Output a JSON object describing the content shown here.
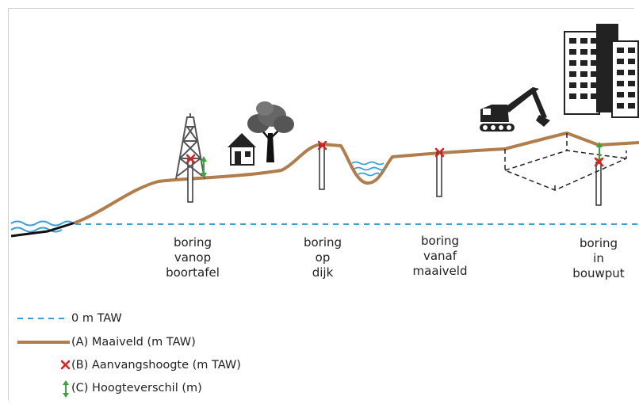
{
  "labels": {
    "boortafel": [
      "boring",
      "vanop",
      "boortafel"
    ],
    "dijk": [
      "boring",
      "op",
      "dijk"
    ],
    "maaiveld": [
      "boring",
      "vanaf",
      "maaiveld"
    ],
    "bouwput": [
      "boring",
      "in",
      "bouwput"
    ]
  },
  "legend": [
    {
      "text": "0 m TAW",
      "symbol": "dashed-line",
      "color": "#3a9fd8"
    },
    {
      "text": "(A) Maaiveld (m TAW)",
      "symbol": "solid-line",
      "color": "#b07d4b"
    },
    {
      "text": "(B) Aanvangshoogte (m TAW)",
      "symbol": "cross",
      "color": "#e02020"
    },
    {
      "text": "(C) Hoogteverschil (m)",
      "symbol": "double-arrow",
      "color": "#3aa63a"
    }
  ],
  "colors": {
    "ground": "#b07d4b",
    "water": "#3a9fd8",
    "cross": "#e02020",
    "arrow": "#3aa63a",
    "icon": "#2b2b2b"
  }
}
